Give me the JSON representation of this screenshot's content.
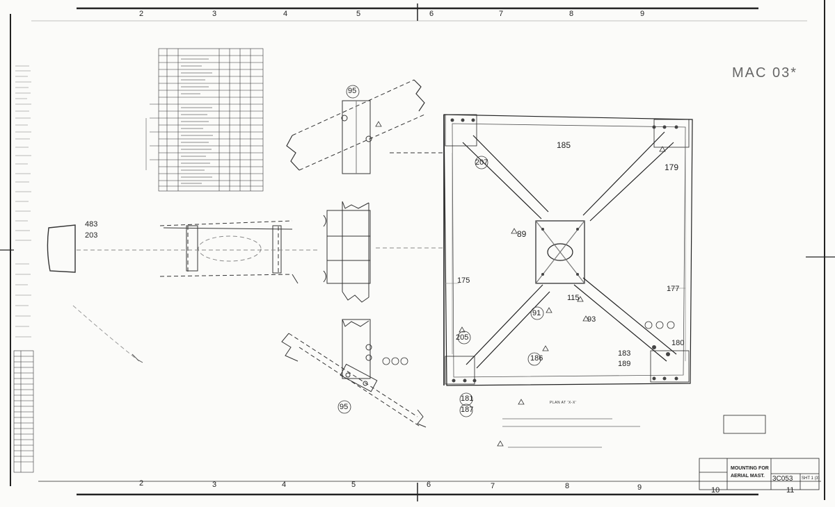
{
  "drawing_number_stamp": "MAC 03*",
  "zone_numbers_top": [
    "2",
    "3",
    "4",
    "5",
    "6",
    "7",
    "8",
    "9"
  ],
  "zone_numbers_bottom": [
    "2",
    "3",
    "4",
    "5",
    "6",
    "7",
    "8",
    "9",
    "10",
    "11"
  ],
  "part_labels": {
    "p95_top": "95",
    "p95_bottom": "95",
    "p207": "207",
    "p185": "185",
    "p179": "179",
    "p89": "89",
    "p175": "175",
    "p115": "115",
    "p91": "91",
    "p93": "93",
    "p177": "177",
    "p205": "205",
    "p186": "186",
    "p183": "183",
    "p189": "189",
    "p180": "180",
    "p181": "181",
    "p187": "187",
    "p483": "483",
    "p203": "203"
  },
  "title_block": {
    "title_line1": "MOUNTING FOR",
    "title_line2": "AERIAL MAST.",
    "drawing_no": "3C053",
    "sheet": "SHT 1 (3)"
  },
  "view_title": "PLAN AT 'X-X'"
}
